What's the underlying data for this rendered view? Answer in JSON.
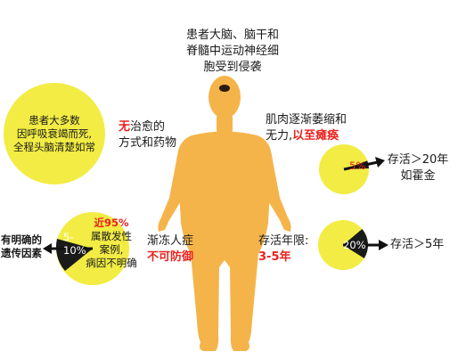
{
  "colors": {
    "body": "#f5b44a",
    "circle": "#f2ec44",
    "head_spot": "#2a1c10",
    "dark_slice": "#1a1a1a",
    "highlight_red": "#e8231e",
    "text": "#1a1a1a"
  },
  "top_caption": {
    "line1": "患者大脑、脑干和",
    "line2": "脊髓中运动神经细",
    "line3": "胞受到侵袭"
  },
  "left_top": {
    "circle_line1": "患者大多数",
    "circle_line2": "因呼吸衰竭而死,",
    "circle_line3": "全程头脑清楚如常",
    "side_red": "无",
    "side_rest": "治愈的",
    "side_line2": "方式和药物"
  },
  "right_top": {
    "line1": "肌肉逐渐萎缩和",
    "line2_prefix": "无力,",
    "line2_red": "以至瘫痪",
    "pie_label": "5%",
    "pie_fraction": 0.05,
    "arrow_text1": "存活＞20年",
    "arrow_text2": "如霍金"
  },
  "left_bottom": {
    "pie_label1": "5-",
    "pie_label2": "10%",
    "circle_red": "近95%",
    "circle_line2": "属散发性",
    "circle_line3": "案例,",
    "circle_line4": "病因不明确",
    "arrow_text1": "有明确的",
    "arrow_text2": "遗传因素",
    "side_line1": "渐冻人症",
    "side_red": "不可防御"
  },
  "right_bottom": {
    "line1": "存活年限:",
    "line2_red": "3-5年",
    "pie_label": "20%",
    "pie_fraction": 0.2,
    "arrow_text": "存活＞5年"
  }
}
